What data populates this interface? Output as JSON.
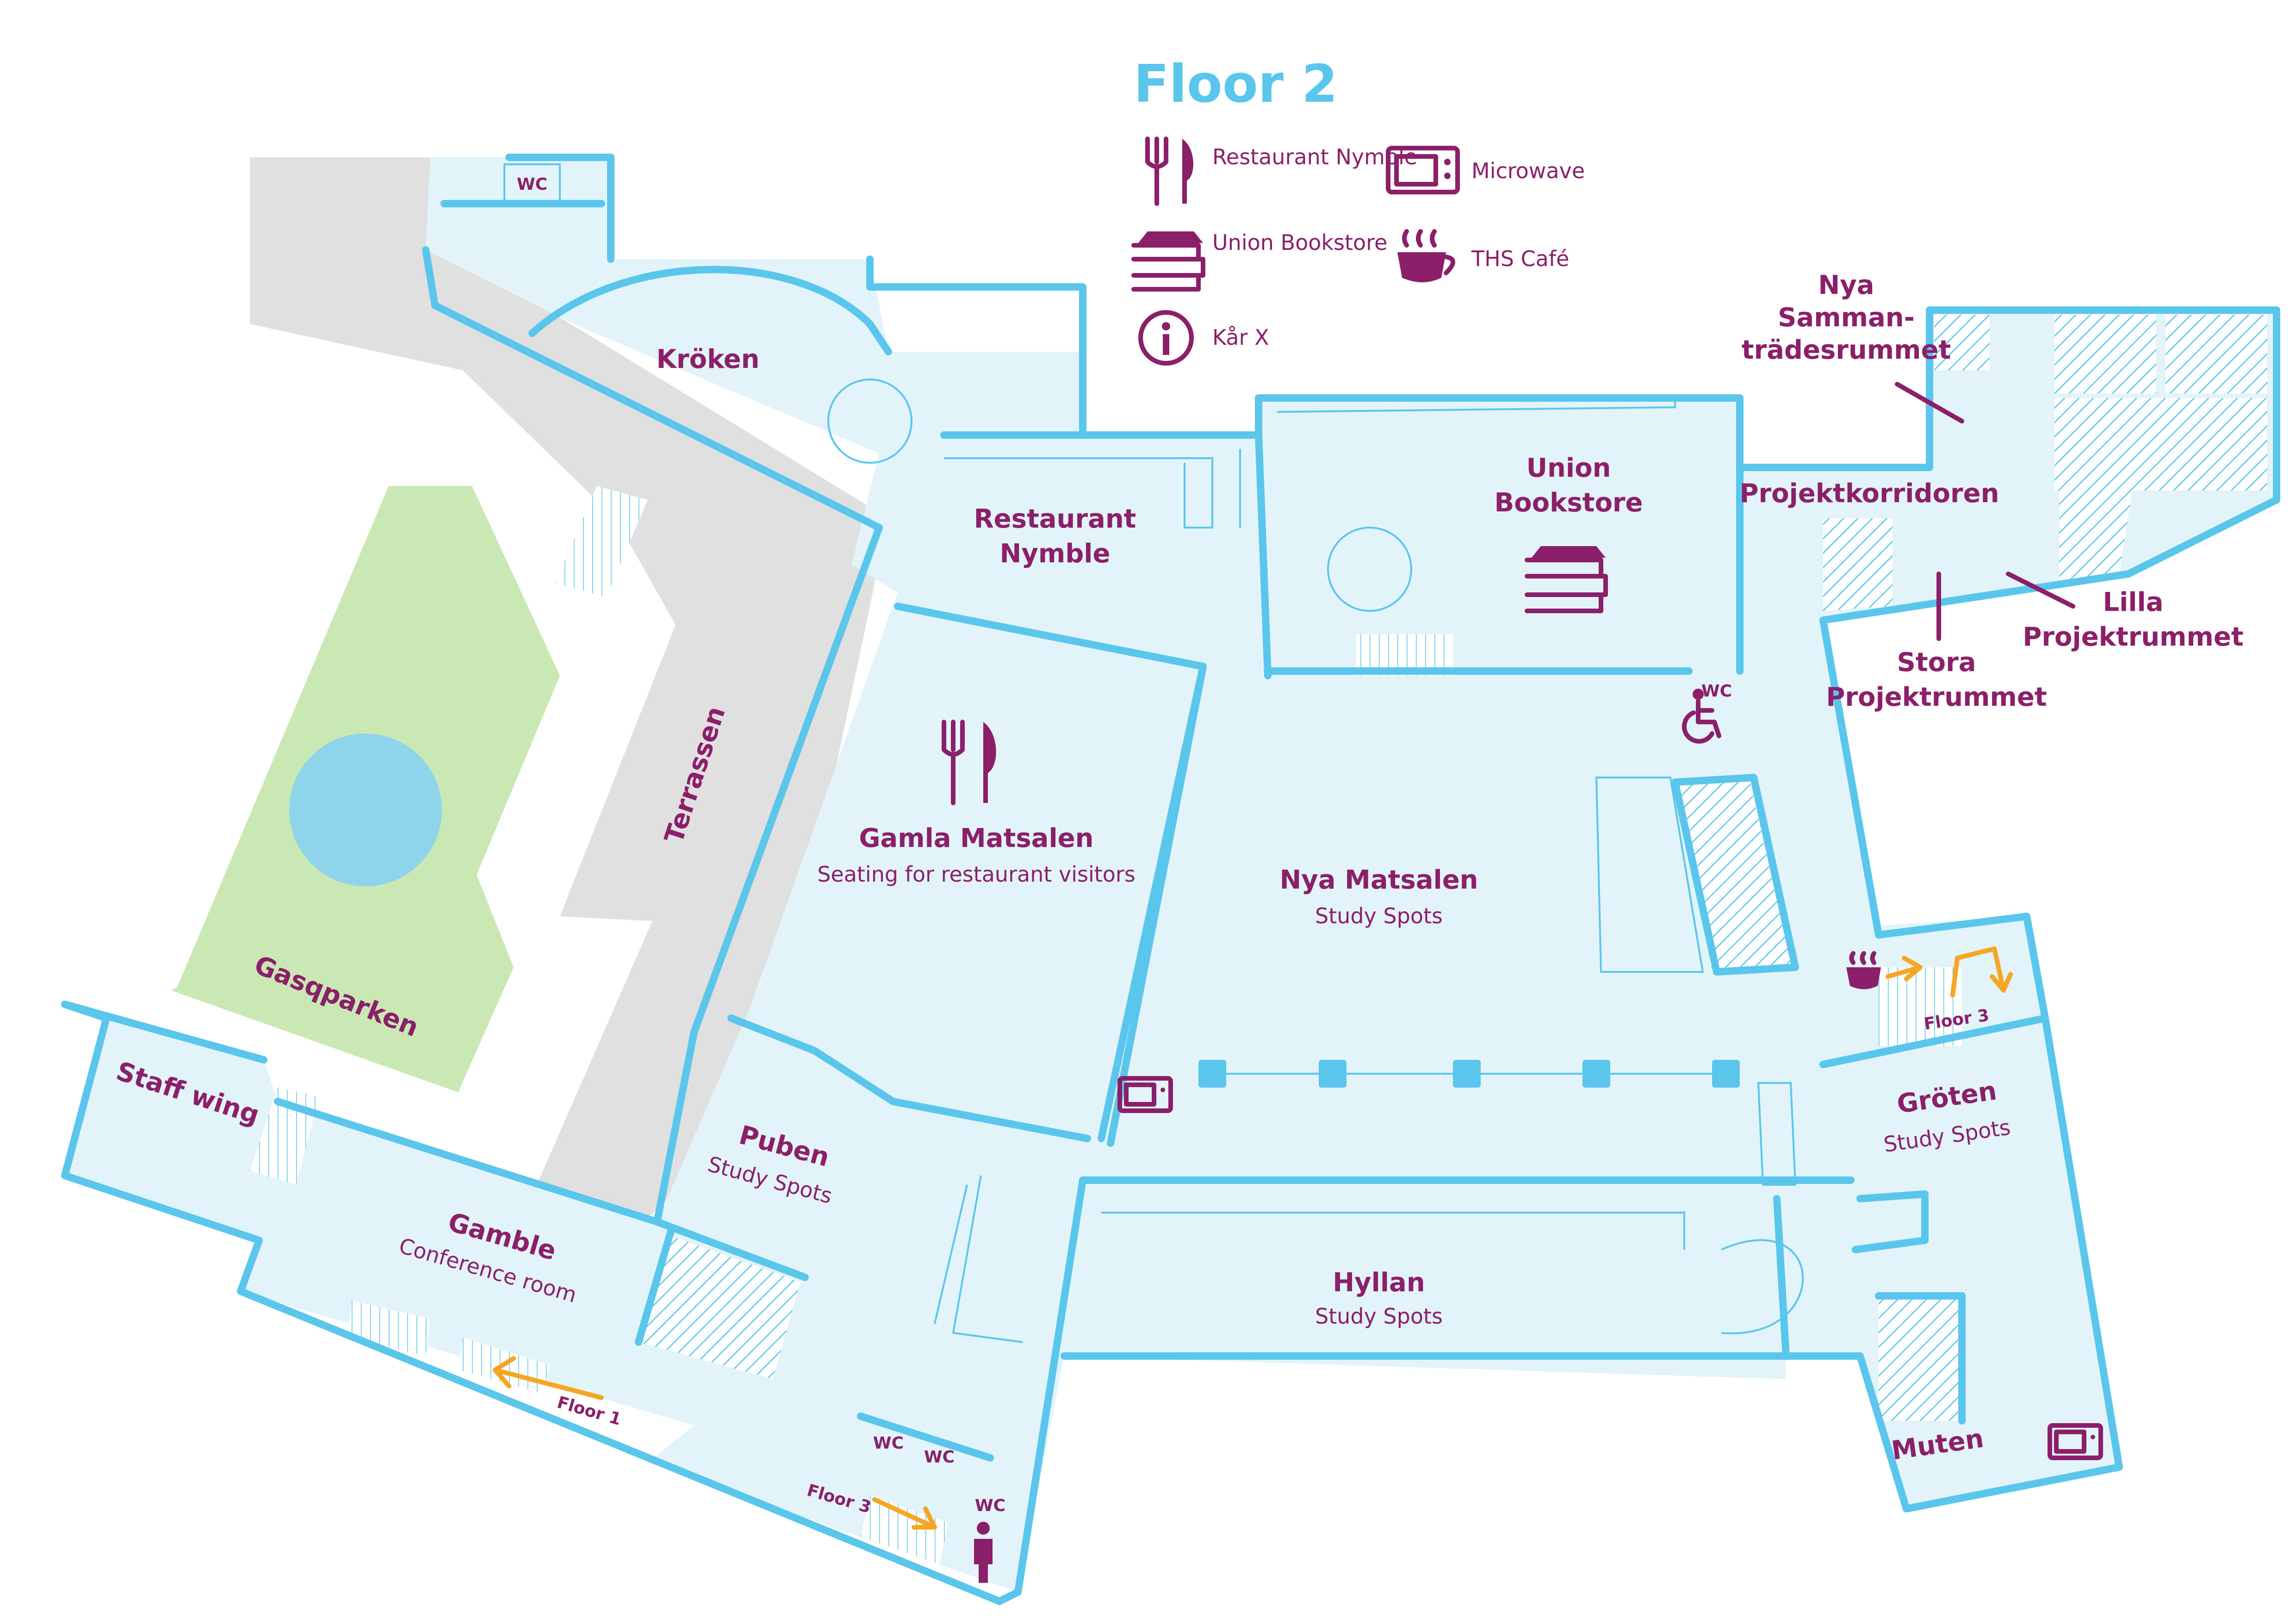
{
  "title": "Floor 2",
  "legend": {
    "restaurant": "Restaurant Nymble",
    "microwave": "Microwave",
    "bookstore": "Union Bookstore",
    "cafe": "THS Café",
    "info": "Kår X"
  },
  "rooms": {
    "kroken": "Kröken",
    "restaurant_line1": "Restaurant",
    "restaurant_line2": "Nymble",
    "union_line1": "Union",
    "union_line2": "Bookstore",
    "nya_samm_line1": "Nya",
    "nya_samm_line2": "Samman-",
    "nya_samm_line3": "trädesrummet",
    "projektkorridoren": "Projektkorridoren",
    "stora_line1": "Stora",
    "stora_line2": "Projektrummet",
    "lilla_line1": "Lilla",
    "lilla_line2": "Projektrummet",
    "terrassen": "Terrassen",
    "gamla_matsalen": "Gamla Matsalen",
    "gamla_sub": "Seating for restaurant visitors",
    "nya_matsalen": "Nya Matsalen",
    "nya_sub": "Study Spots",
    "gasqparken": "Gasqparken",
    "staff_wing": "Staff wing",
    "puben": "Puben",
    "puben_sub": "Study Spots",
    "gamble": "Gamble",
    "gamble_sub": "Conference room",
    "hyllan": "Hyllan",
    "hyllan_sub": "Study Spots",
    "groten": "Gröten",
    "groten_sub": "Study Spots",
    "muten": "Muten"
  },
  "labels": {
    "wc": "WC",
    "floor1": "Floor 1",
    "floor3": "Floor 3"
  },
  "colors": {
    "wall": "#5bc6ec",
    "room_fill": "#e3f3fa",
    "terrace": "#e0e0e0",
    "park": "#c9e8b4",
    "pond": "#8ed4ea",
    "label": "#8c1f6a",
    "arrow": "#f5a623"
  },
  "icons": [
    "restaurant-icon",
    "microwave-icon",
    "bookstore-icon",
    "cafe-icon",
    "info-icon",
    "wheelchair-icon",
    "person-icon",
    "stairs-icon",
    "arrow-icon"
  ]
}
